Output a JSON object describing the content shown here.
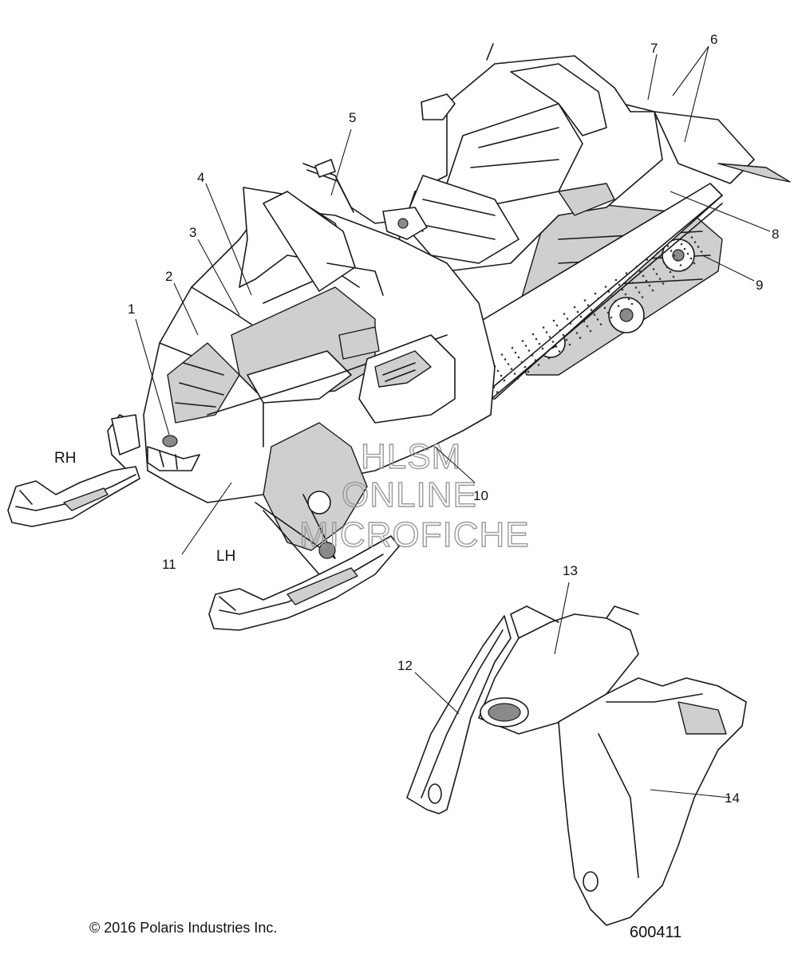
{
  "callouts": [
    "1",
    "2",
    "3",
    "4",
    "5",
    "6",
    "7",
    "8",
    "9",
    "10",
    "11",
    "12",
    "13",
    "14"
  ],
  "side_labels": {
    "right": "RH",
    "left": "LH"
  },
  "watermark": [
    "HLSM",
    "ONLINE",
    "MICROFICHE"
  ],
  "copyright": "© 2016 Polaris Industries Inc.",
  "figure_number": "600411"
}
